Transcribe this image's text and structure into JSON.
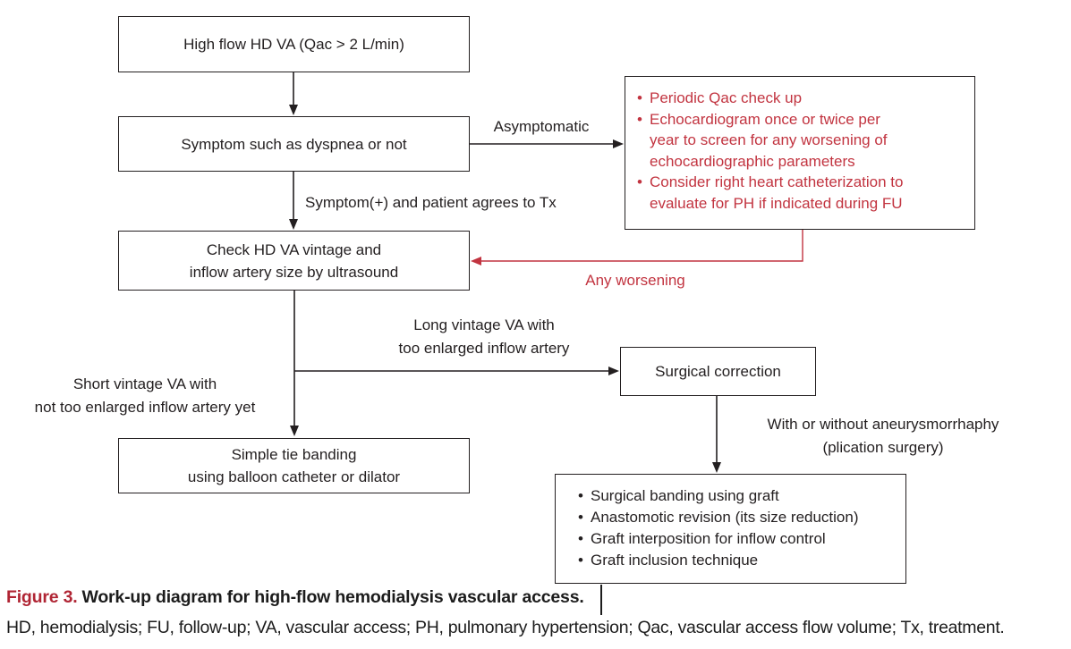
{
  "figure": {
    "boxes": {
      "high_flow": {
        "text": "High flow HD VA (Qac > 2 L/min)"
      },
      "symptom": {
        "text": "Symptom such as dyspnea or not"
      },
      "check_vintage": {
        "lines": [
          "Check HD VA vintage and",
          "inflow artery size by ultrasound"
        ]
      },
      "surveillance": {
        "items": [
          {
            "lines": [
              "Periodic Qac check up"
            ]
          },
          {
            "lines": [
              "Echocardiogram once or twice per",
              "year to screen for any worsening of",
              "echocardiographic parameters"
            ]
          },
          {
            "lines": [
              "Consider right heart catheterization to",
              "evaluate for PH if indicated during FU"
            ]
          }
        ]
      },
      "surgical_correction": {
        "text": "Surgical correction"
      },
      "simple_tie_banding": {
        "lines": [
          "Simple tie banding",
          "using balloon catheter or dilator"
        ]
      },
      "surgical_options": {
        "items": [
          "Surgical banding using graft",
          "Anastomotic revision (its size reduction)",
          "Graft interposition for inflow control",
          "Graft inclusion technique"
        ]
      }
    },
    "edge_labels": {
      "asymptomatic": "Asymptomatic",
      "symptom_positive": "Symptom(+) and patient agrees to Tx",
      "any_worsening": "Any worsening",
      "long_vintage": {
        "lines": [
          "Long vintage VA with",
          "too enlarged inflow artery"
        ]
      },
      "short_vintage": {
        "lines": [
          "Short vintage VA with",
          "not too enlarged inflow artery yet"
        ]
      },
      "aneurysmorrhaphy": {
        "lines": [
          "With or without aneurysmorrhaphy",
          "(plication surgery)"
        ]
      }
    },
    "colors": {
      "diagram_red": "#c23440",
      "caption_red": "#b02534",
      "ink": "#231f20"
    }
  },
  "caption": {
    "figure_label": "Figure 3.",
    "title": "Work-up diagram for high-flow hemodialysis vascular access.",
    "abbreviations": "HD, hemodialysis; FU, follow-up; VA, vascular access; PH, pulmonary hypertension; Qac, vascular access flow volume; Tx, treatment."
  }
}
